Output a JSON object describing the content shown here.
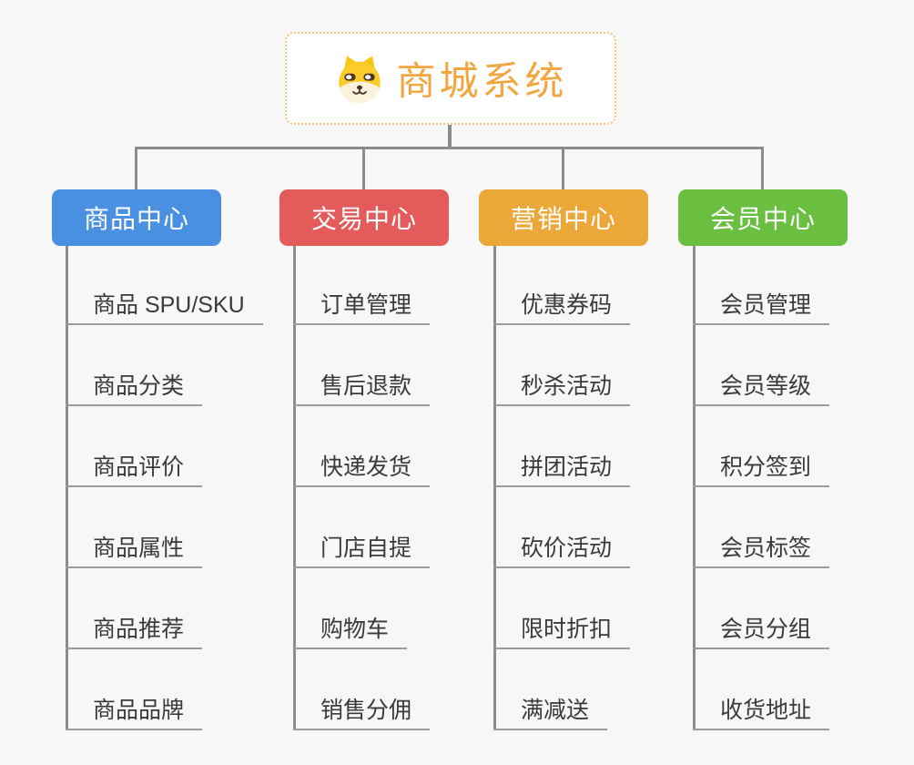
{
  "canvas": {
    "background": "#f7f7f7",
    "line_color": "#8c8c8c",
    "underline_color": "#9b9b9b",
    "text_color": "#3a3a3a"
  },
  "root": {
    "title": "商城系统",
    "icon": "dog-face-icon",
    "accent_color": "#f2a640",
    "border_color": "#f7c873",
    "background": "#ffffff"
  },
  "branches": [
    {
      "label": "商品中心",
      "color": "#4a90e2",
      "children": [
        "商品 SPU/SKU",
        "商品分类",
        "商品评价",
        "商品属性",
        "商品推荐",
        "商品品牌"
      ]
    },
    {
      "label": "交易中心",
      "color": "#e35b5b",
      "children": [
        "订单管理",
        "售后退款",
        "快递发货",
        "门店自提",
        "购物车",
        "销售分佣"
      ]
    },
    {
      "label": "营销中心",
      "color": "#eba737",
      "children": [
        "优惠券码",
        "秒杀活动",
        "拼团活动",
        "砍价活动",
        "限时折扣",
        "满减送"
      ]
    },
    {
      "label": "会员中心",
      "color": "#6abe40",
      "children": [
        "会员管理",
        "会员等级",
        "积分签到",
        "会员标签",
        "会员分组",
        "收货地址"
      ]
    }
  ]
}
